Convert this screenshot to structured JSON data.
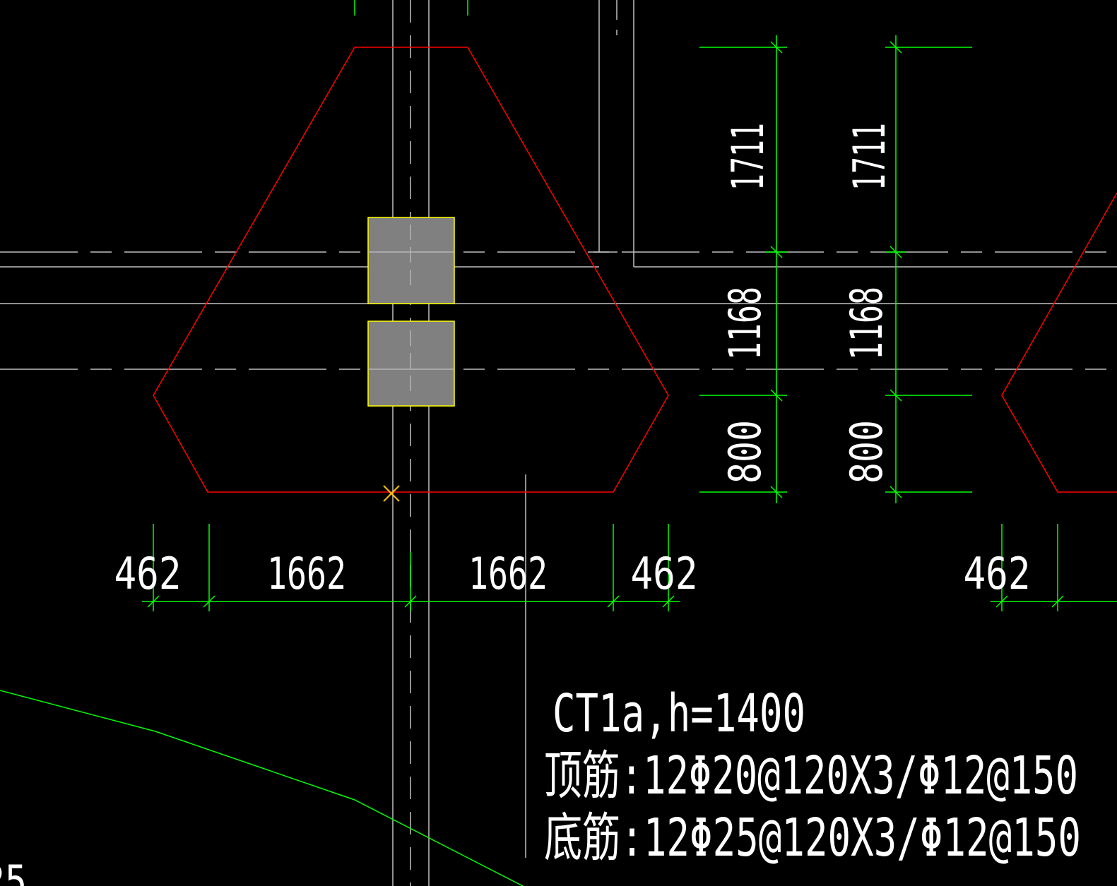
{
  "colors": {
    "background": "#000000",
    "footing_outline": "#ff0000",
    "column_fill": "#808080",
    "column_outline": "#ffff00",
    "dimension": "#00ff00",
    "grid": "#c0c0c0",
    "text": "#ffffff",
    "snap_marker": "#ffc000"
  },
  "horizontal_dimensions": {
    "left_footing": [
      "462",
      "1662",
      "1662",
      "462"
    ],
    "right_footing": [
      "462"
    ]
  },
  "vertical_dimensions": {
    "column_a": [
      "1711",
      "1168",
      "800"
    ],
    "column_b": [
      "1711",
      "1168",
      "800"
    ]
  },
  "annotation": {
    "label": "CT1a,h=1400",
    "top_rebar": "顶筋:12Φ20@120X3/Φ12@150",
    "bottom_rebar": "底筋:12Φ25@120X3/Φ12@150"
  },
  "partial_text": "25"
}
